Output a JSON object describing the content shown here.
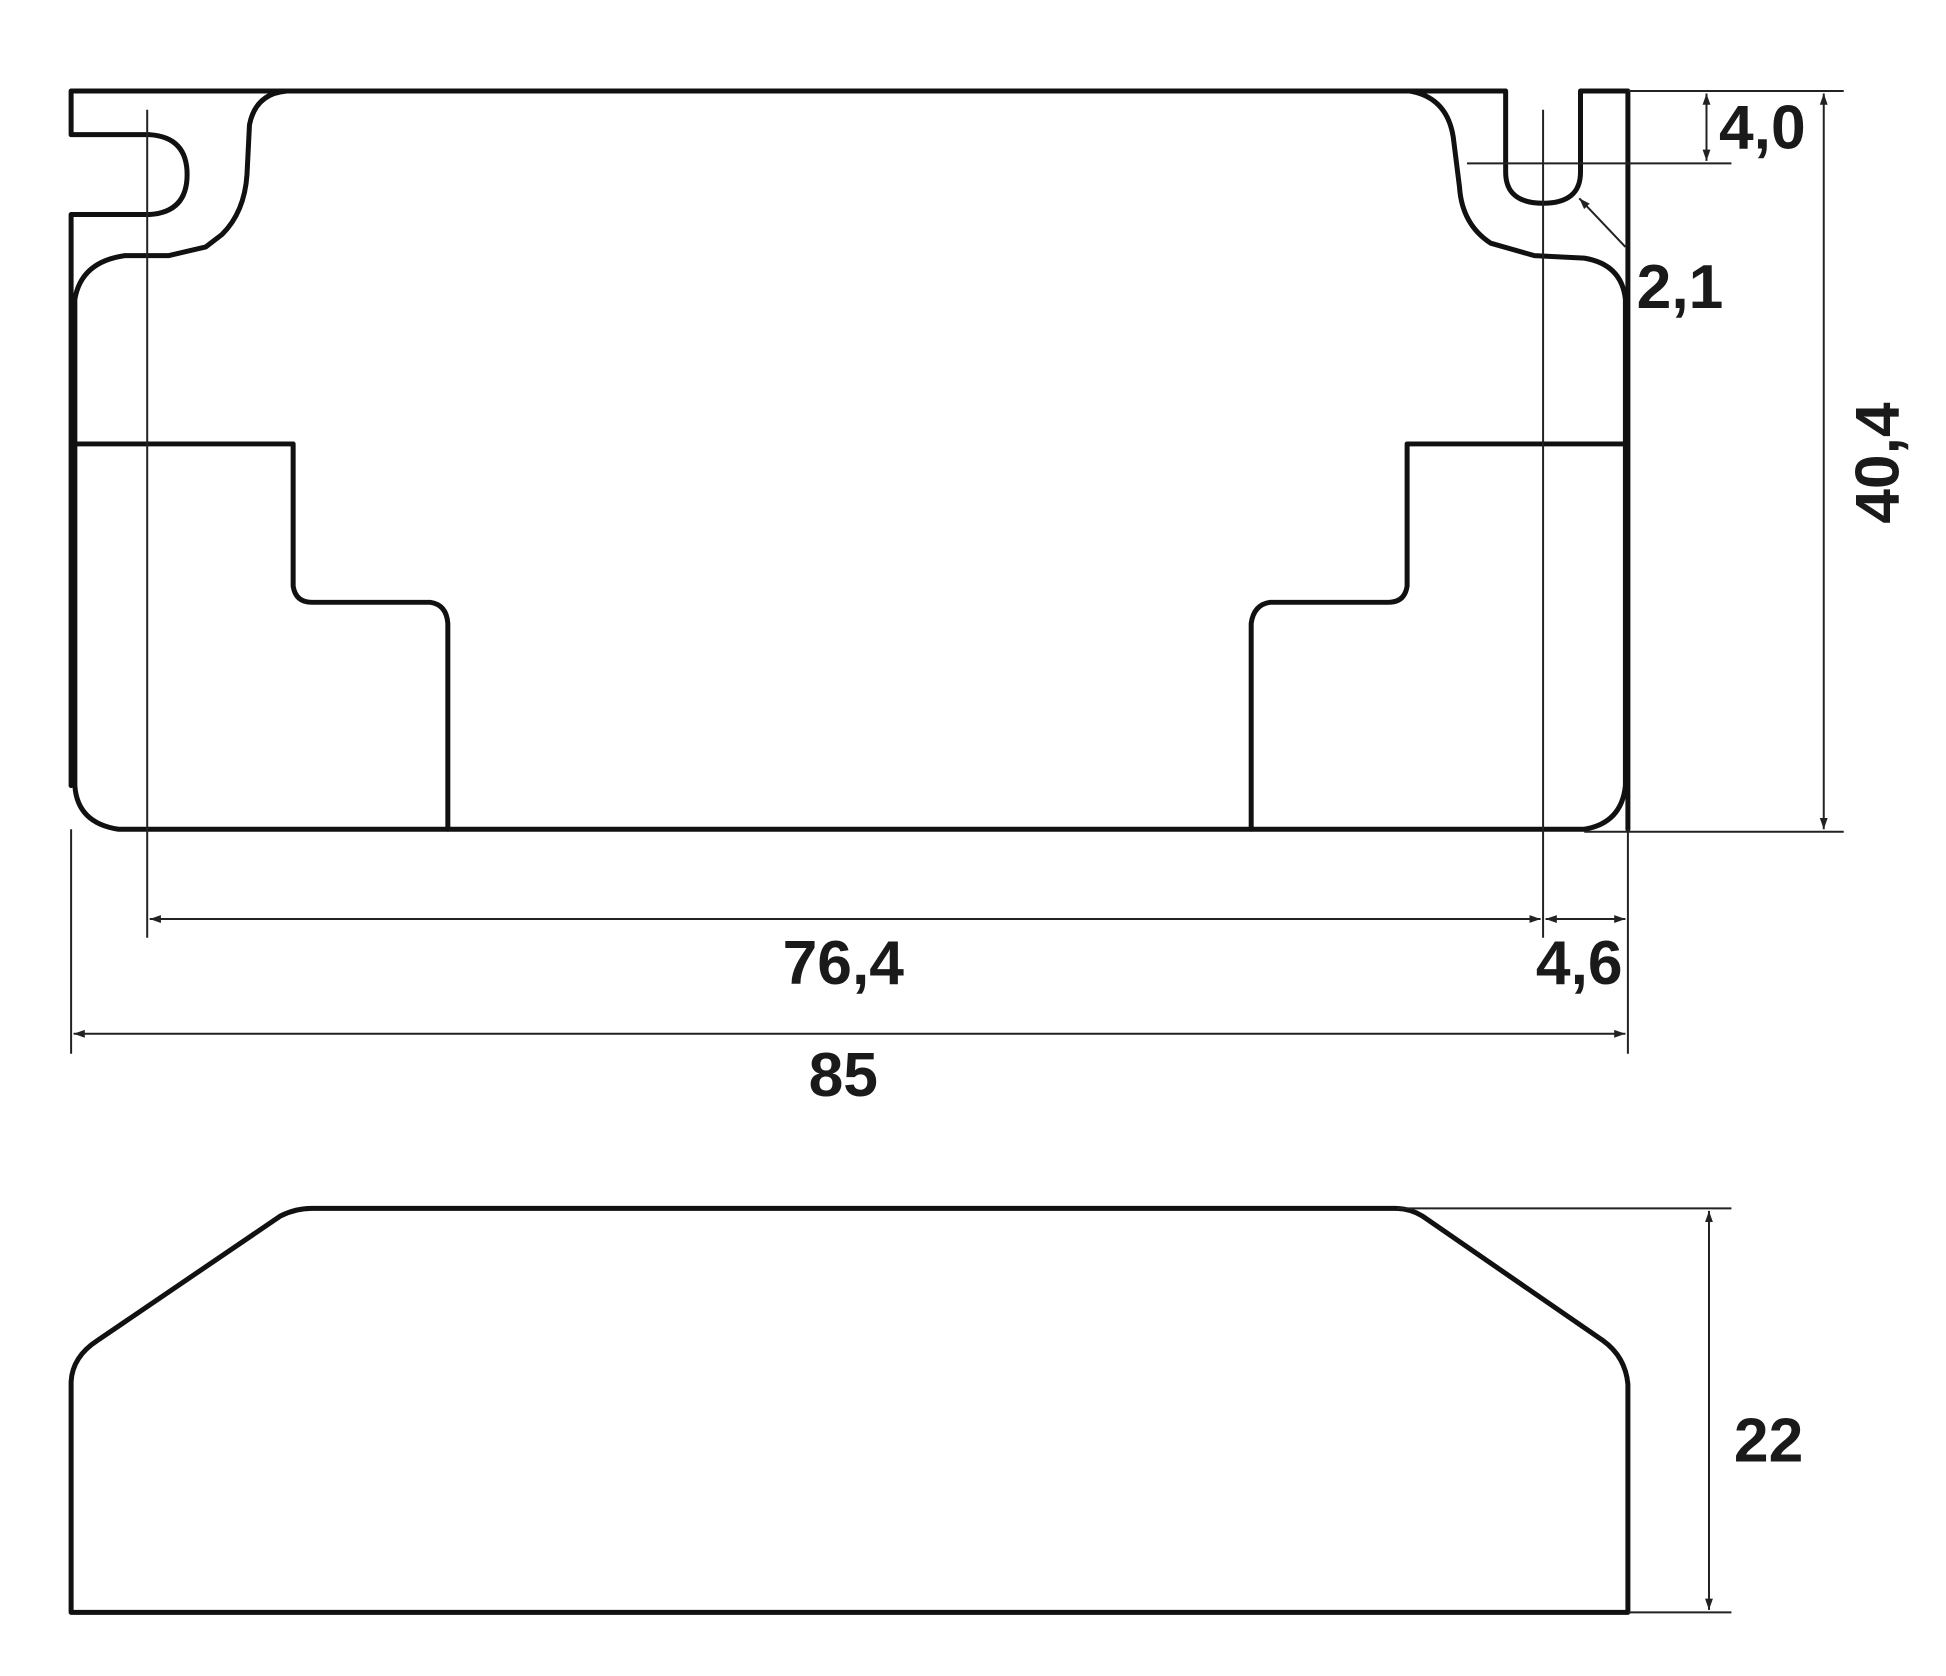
{
  "drawing": {
    "top_view": {
      "dimensions": {
        "overall_length": "85",
        "hole_spacing": "76,4",
        "hole_edge_offset": "4,6",
        "overall_width": "40,4",
        "slot_depth": "4,0",
        "slot_radius": "2,1"
      }
    },
    "side_view": {
      "dimensions": {
        "height": "22"
      }
    },
    "colors": {
      "line": "#111111",
      "background": "#ffffff"
    }
  }
}
